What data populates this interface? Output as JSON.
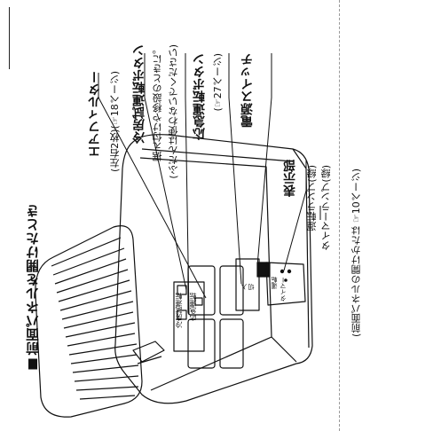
{
  "heading": "前面パネルを開けたとき",
  "labels": {
    "air_filter": "エアフィルター",
    "air_filter_note": "(左右2枚)(☞18ページ)",
    "cooling_test_button": "冷房試運転ボタン",
    "cooling_test_note1": "据え付けや移設のときに。",
    "cooling_test_note2": "(ふだんは使わないでください)",
    "emergency_button": "応急運転ボタン",
    "emergency_note": "(☞27ページ)",
    "power_switch": "電源スイッチ",
    "display": "表示部",
    "run_lamp": "運転ランプ(緑)",
    "timer_lamp": "タイマーランプ(緑)"
  },
  "device_text": {
    "button1": "冷房試運転",
    "button2": "応急運転",
    "switch_on": "入",
    "switch_off": "切",
    "run": "運転",
    "timer": "タイマー"
  },
  "footnote": "(前面パネルの開けかたは ☞10ページ)",
  "colors": {
    "ink": "#111111",
    "dash": "#999999"
  }
}
